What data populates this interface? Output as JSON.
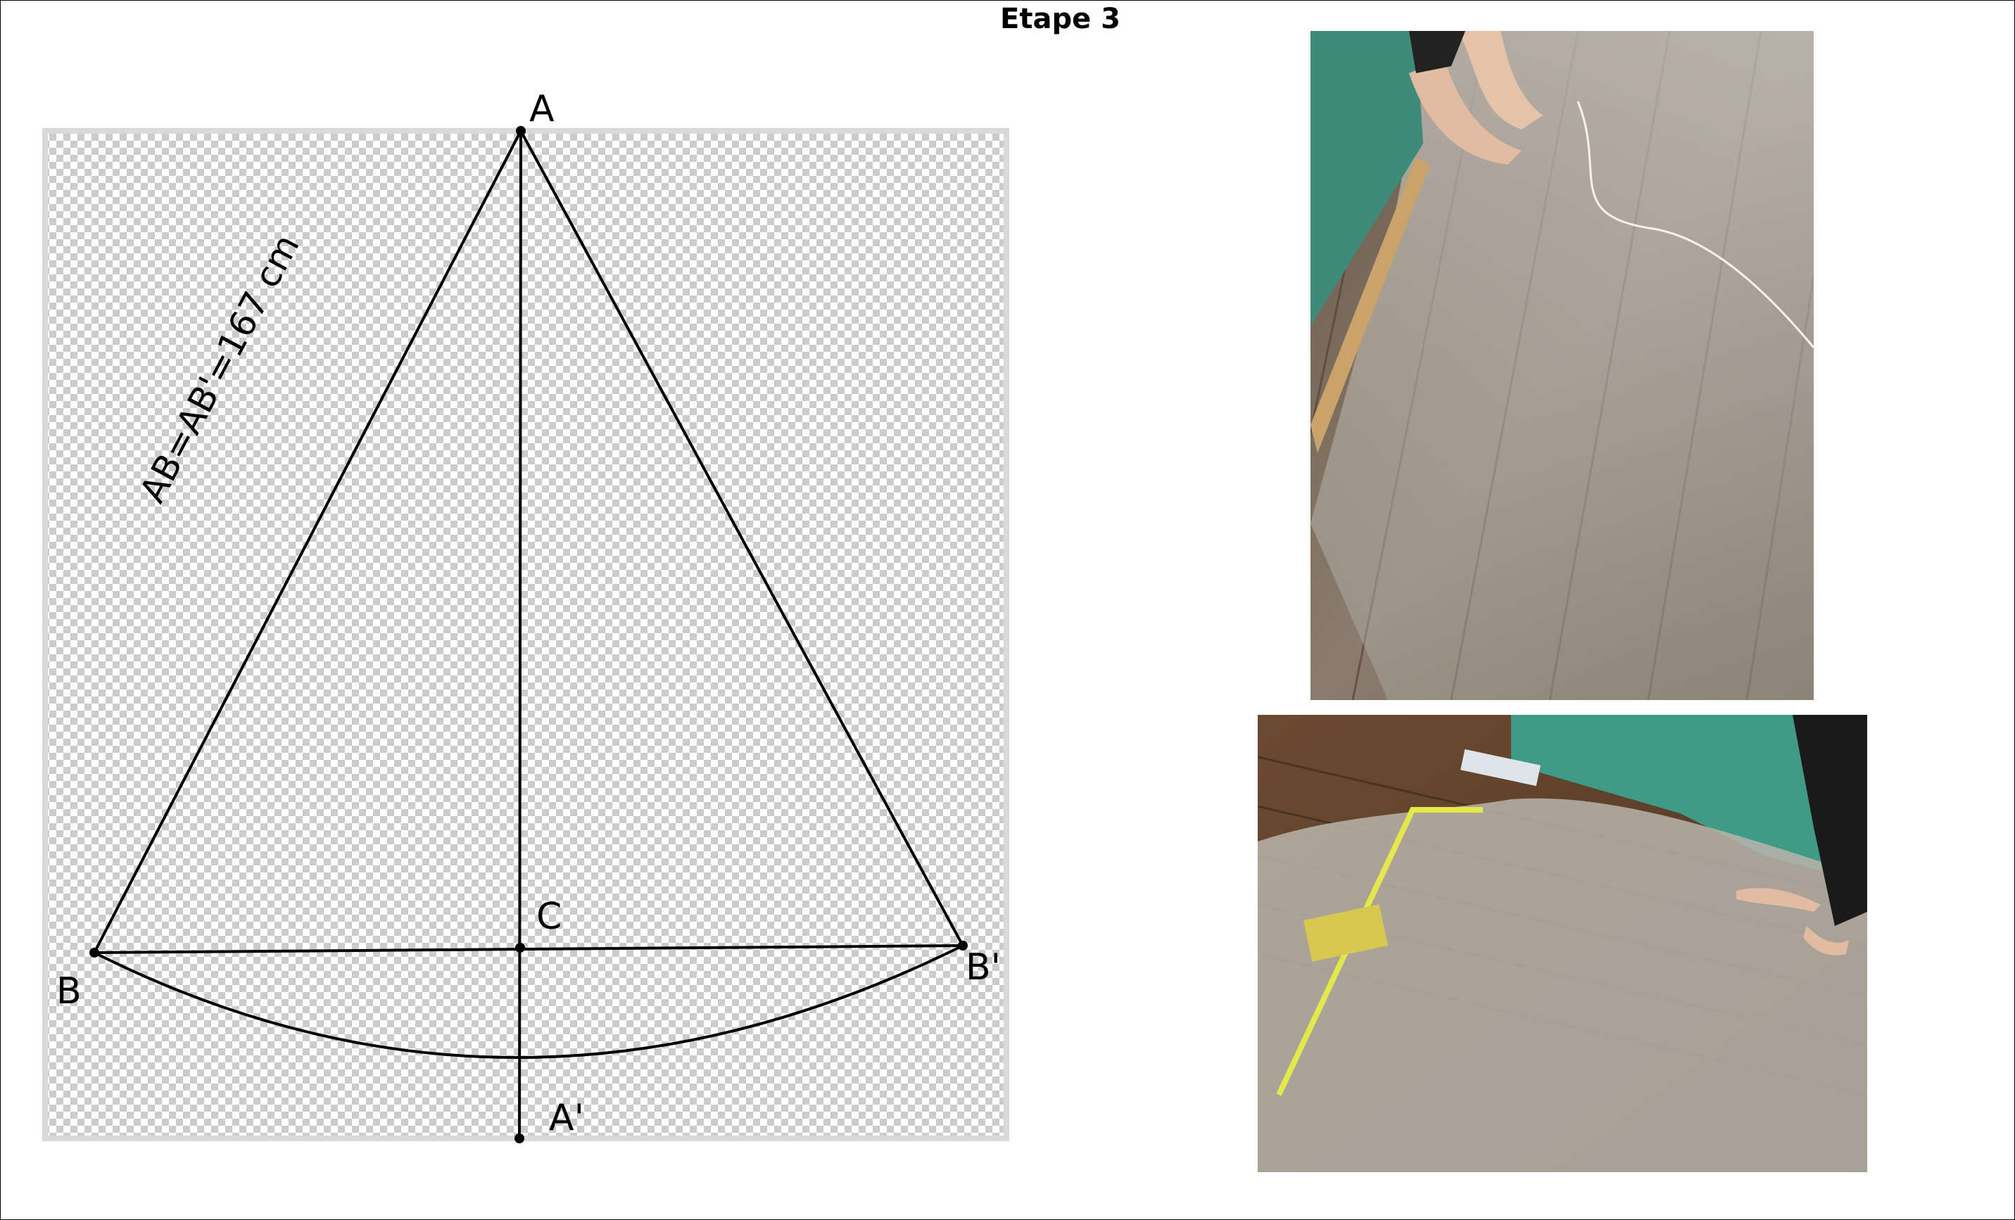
{
  "title": "Etape 3",
  "diagram": {
    "points": {
      "A": "A",
      "B": "B",
      "B_prime": "B'",
      "C": "C",
      "A_prime": "A'"
    },
    "length_label": "AB=AB'=167 cm"
  },
  "photos": [
    {
      "name": "photo-plastic-sheet-floor-with-string"
    },
    {
      "name": "photo-plastic-sheet-floor-with-tape-measure"
    }
  ],
  "colors": {
    "line": "#000000",
    "checker_light": "#ffffff",
    "checker_dark": "#cccccc",
    "border": "#d9d9d9"
  }
}
